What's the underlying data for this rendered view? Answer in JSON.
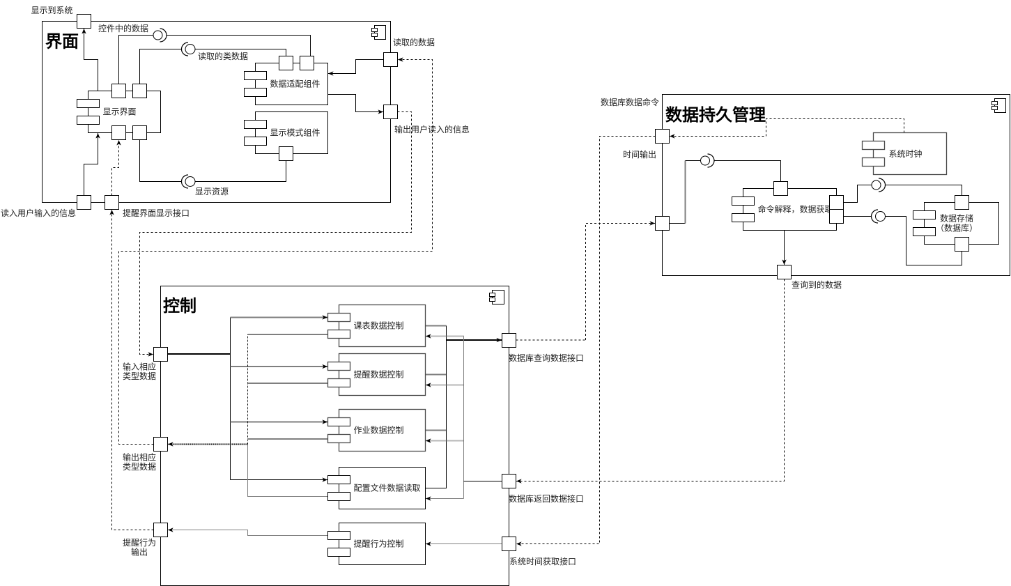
{
  "diagram": {
    "kind": "UML component diagram",
    "frame_icon": "component-icon",
    "colors": {
      "line": "#000000",
      "secondary_line": "#7f7f7f",
      "background": "#ffffff"
    },
    "frames": {
      "ui": {
        "title": "界面",
        "ports": {
          "display_to_system": "显示到系统",
          "read_data": "读取的数据",
          "output_user_input": "输出用户读入的信息",
          "read_user_input": "读入用户输入的信息",
          "reminder_display": "提醒界面显示接口"
        },
        "components": {
          "display_ui": "显示界面",
          "data_adapter": "数据适配组件",
          "display_mode": "显示模式组件"
        },
        "interfaces": {
          "control_data": "控件中的数据",
          "read_class_data": "读取的类数据",
          "display_resource": "显示资源"
        }
      },
      "persistence": {
        "title": "数据持久管理",
        "ports": {
          "db_command": "数据库数据命令",
          "time_output": "时间输出",
          "queried_data": "查询到的数据"
        },
        "components": {
          "system_clock": "系统时钟",
          "command_parser": "命令解释，数据获取",
          "data_storage": [
            "数据存储",
            "（数据库）"
          ]
        }
      },
      "control": {
        "title": "控制",
        "ports": {
          "input_typed_data": [
            "输入相应",
            "类型数据"
          ],
          "output_typed_data": [
            "输出相应",
            "类型数据"
          ],
          "reminder_output": [
            "提醒行为",
            "输出"
          ],
          "db_query": "数据库查询数据接口",
          "db_return": "数据库返回数据接口",
          "system_time": "系统时间获取接口"
        },
        "components": {
          "timetable": "课表数据控制",
          "reminder_data": "提醒数据控制",
          "homework": "作业数据控制",
          "config_reader": "配置文件数据读取",
          "reminder_behavior": "提醒行为控制"
        }
      }
    },
    "connections": [
      {
        "from": "显示界面",
        "to": "显示到系统",
        "style": "solid",
        "arrow": true
      },
      {
        "from": "显示界面",
        "to": "数据适配组件",
        "via": "控件中的数据",
        "style": "interface"
      },
      {
        "from": "显示界面",
        "to": "数据适配组件",
        "via": "读取的类数据",
        "style": "interface"
      },
      {
        "from": "显示界面",
        "to": "显示模式组件",
        "via": "显示资源",
        "style": "interface"
      },
      {
        "from": "读取的数据",
        "to": "数据适配组件",
        "style": "solid",
        "arrow": true
      },
      {
        "from": "数据适配组件",
        "to": "输出用户读入的信息",
        "style": "solid",
        "arrow": true
      },
      {
        "from": "读入用户输入的信息",
        "to": "显示界面",
        "style": "solid",
        "arrow": true
      },
      {
        "from": "提醒界面显示接口",
        "to": "显示界面",
        "style": "dashed",
        "arrow": true
      },
      {
        "from": "输出用户读入的信息",
        "to": "输入相应类型数据",
        "style": "dashed",
        "arrow": true
      },
      {
        "from": "输出相应类型数据",
        "to": "读取的数据",
        "style": "dashed",
        "arrow": true
      },
      {
        "from": "提醒行为输出",
        "to": "提醒界面显示接口",
        "style": "dashed",
        "arrow": true
      },
      {
        "from": "输入相应类型数据",
        "to": [
          "课表数据控制",
          "提醒数据控制",
          "作业数据控制",
          "配置文件数据读取"
        ],
        "style": "solid",
        "arrow": true
      },
      {
        "from": [
          "课表数据控制",
          "提醒数据控制",
          "作业数据控制",
          "配置文件数据读取"
        ],
        "to": "输出相应类型数据",
        "style": "dotted",
        "arrow": true
      },
      {
        "from": "提醒行为控制",
        "to": "提醒行为输出",
        "style": "solid",
        "arrow": true
      },
      {
        "from": [
          "课表数据控制",
          "提醒数据控制",
          "作业数据控制",
          "配置文件数据读取"
        ],
        "to": "数据库查询数据接口",
        "style": "solid",
        "arrow": true
      },
      {
        "from": "数据库返回数据接口",
        "to": [
          "课表数据控制",
          "提醒数据控制",
          "作业数据控制"
        ],
        "style": "dotted",
        "arrow": true
      },
      {
        "from": "数据库返回数据接口",
        "to": "配置文件数据读取",
        "style": "solid",
        "arrow": true
      },
      {
        "from": "系统时间获取接口",
        "to": "提醒行为控制",
        "style": "solid",
        "arrow": true
      },
      {
        "from": "数据库查询数据接口",
        "to": "数据库数据命令",
        "style": "dashed",
        "arrow": true
      },
      {
        "from": "查询到的数据",
        "to": "数据库返回数据接口",
        "style": "dashed",
        "arrow": true
      },
      {
        "from": "时间输出",
        "to": "系统时间获取接口",
        "style": "dashed",
        "arrow": true
      },
      {
        "from": "系统时钟",
        "to": "时间输出",
        "style": "dashed",
        "arrow": true
      },
      {
        "from": "数据库数据命令",
        "to": "命令解释，数据获取",
        "style": "interface"
      },
      {
        "from": "命令解释，数据获取",
        "to": "数据存储（数据库）",
        "style": "interface"
      },
      {
        "from": "数据存储（数据库）",
        "to": "命令解释，数据获取",
        "style": "interface"
      },
      {
        "from": "命令解释，数据获取",
        "to": "查询到的数据",
        "style": "solid",
        "arrow": true
      }
    ]
  }
}
